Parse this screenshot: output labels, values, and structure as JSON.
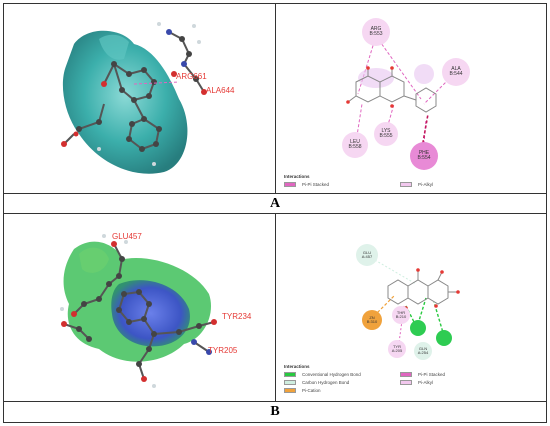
{
  "figure": {
    "caption_a": "A",
    "caption_b": "B"
  },
  "panel_a_3d": {
    "labels": [
      "ARG661",
      "ALA644"
    ]
  },
  "panel_a_2d": {
    "residues": [
      {
        "name": "ARG",
        "id": "B:553"
      },
      {
        "name": "ALA",
        "id": "B:544"
      },
      {
        "name": "LEU",
        "id": "B:558"
      },
      {
        "name": "LYS",
        "id": "B:555"
      },
      {
        "name": "PHE",
        "id": "B:554"
      }
    ],
    "legend_title": "Interactions",
    "legend": [
      {
        "label": "Pi-Pi Stacked",
        "color": "#e066c0"
      },
      {
        "label": "Pi-Alkyl",
        "color": "#f2c8ee"
      }
    ]
  },
  "panel_b_3d": {
    "labels": [
      "GLU457",
      "TYR234",
      "TYR205"
    ]
  },
  "panel_b_2d": {
    "residues": [
      {
        "name": "GLU",
        "id": "A:457"
      },
      {
        "name": "ZN",
        "id": "B:310"
      },
      {
        "name": "THR",
        "id": "B:210"
      },
      {
        "name": "TYR",
        "id": "A:205"
      },
      {
        "name": "GLN",
        "id": "A:254"
      }
    ],
    "legend_title": "Interactions",
    "legend": [
      {
        "label": "Conventional Hydrogen Bond",
        "color": "#27c93f"
      },
      {
        "label": "Carbon Hydrogen Bond",
        "color": "#cfeee0"
      },
      {
        "label": "Pi-Cation",
        "color": "#f0a23c"
      },
      {
        "label": "Pi-Pi Stacked",
        "color": "#e066c0"
      },
      {
        "label": "Pi-Alkyl",
        "color": "#f2c8ee"
      }
    ]
  },
  "colors": {
    "surface_teal": "#1f9c9c",
    "surface_green": "#3fbf5a",
    "surface_blue": "#4a5ad8",
    "residue_pink": "#f6d7f2",
    "residue_green": "#2ecc52",
    "bond_pink": "#e066c0",
    "label_red": "#e53935"
  }
}
